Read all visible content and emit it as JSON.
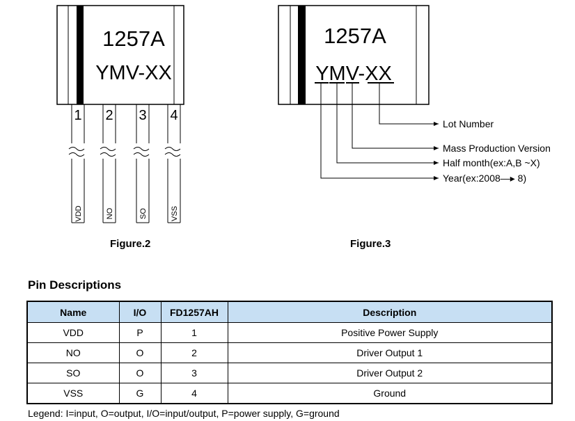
{
  "figure2": {
    "marking_line1": "1257A",
    "marking_line2": "YMV-XX",
    "pin_numbers": [
      "1",
      "2",
      "3",
      "4"
    ],
    "pin_names": [
      "VDD",
      "NO",
      "SO",
      "VSS"
    ],
    "caption": "Figure.2"
  },
  "figure3": {
    "marking_line1": "1257A",
    "marking_line2": "YMV-XX",
    "annotations": {
      "lot_number": "Lot Number",
      "mass_production": "Mass Production Version",
      "half_month": "Half month(ex:A,B ~X)",
      "year": "Year(ex:2008—▸ 8)"
    },
    "caption": "Figure.3"
  },
  "pin_descriptions": {
    "title": "Pin Descriptions",
    "headers": [
      "Name",
      "I/O",
      "FD1257AH",
      "Description"
    ],
    "rows": [
      [
        "VDD",
        "P",
        "1",
        "Positive Power Supply"
      ],
      [
        "NO",
        "O",
        "2",
        "Driver Output 1"
      ],
      [
        "SO",
        "O",
        "3",
        "Driver Output 2"
      ],
      [
        "VSS",
        "G",
        "4",
        "Ground"
      ]
    ],
    "legend": "Legend: I=input, O=output, I/O=input/output, P=power supply, G=ground"
  },
  "colors": {
    "table_header_bg": "#c7dff3",
    "line": "#000000"
  }
}
